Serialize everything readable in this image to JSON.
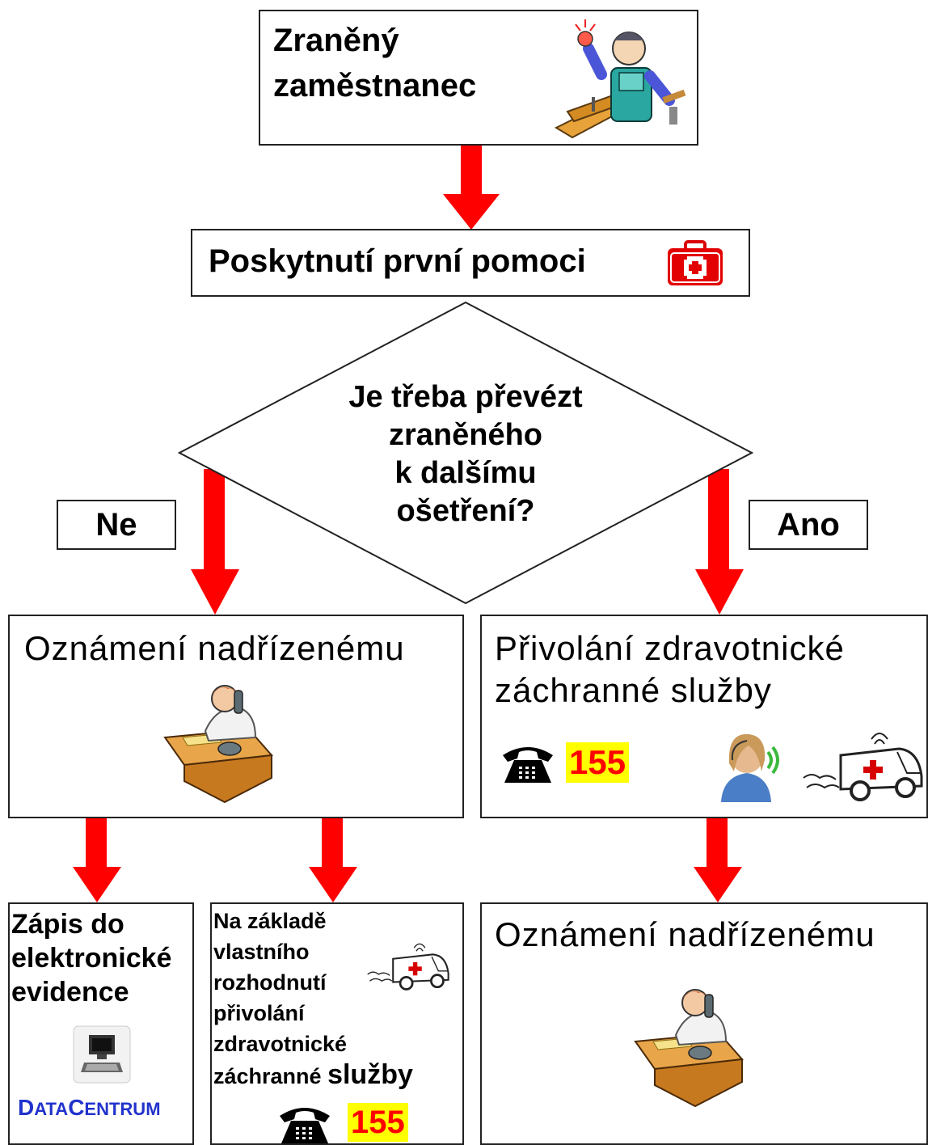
{
  "start": {
    "line1": "Zraněný",
    "line2": "zaměstnanec",
    "image": "injured-worker-clipart"
  },
  "first_aid": {
    "label": "Poskytnutí první pomoci",
    "icon": "first-aid-kit-icon"
  },
  "decision": {
    "line1": "Je třeba převézt",
    "line2": "zraněného",
    "line3": "k dalšímu",
    "line4": "ošetření?"
  },
  "branch_no": {
    "label": "Ne"
  },
  "branch_yes": {
    "label": "Ano"
  },
  "notify_left": {
    "label": "Oznámení nadřízenému",
    "image": "man-on-phone-clipart"
  },
  "ems_call": {
    "line1": "Přivolání zdravotnické",
    "line2": "záchranné služby",
    "phone_number": "155",
    "icons": [
      "telephone-icon",
      "dispatcher-icon",
      "ambulance-icon"
    ]
  },
  "record": {
    "line1": "Zápis do",
    "line2": "elektronické",
    "line3": "evidence",
    "icon": "computer-icon",
    "brand_d": "D",
    "brand_ata": "ATA",
    "brand_c": "C",
    "brand_entrum": "ENTRUM"
  },
  "own_decision": {
    "line1": "Na základě",
    "line2": "vlastního",
    "line3": "rozhodnutí",
    "line4": "přivolání",
    "line5": "zdravotnické",
    "line6a": "záchranné",
    "line6b": "služby",
    "phone_number": "155"
  },
  "notify_right": {
    "label": "Oznámení nadřízenému",
    "image": "man-on-phone-clipart"
  },
  "colors": {
    "arrow": "#ff0000",
    "number_bg": "#ffff00",
    "number_fg": "#ff0000",
    "brand": "#2233cc"
  }
}
